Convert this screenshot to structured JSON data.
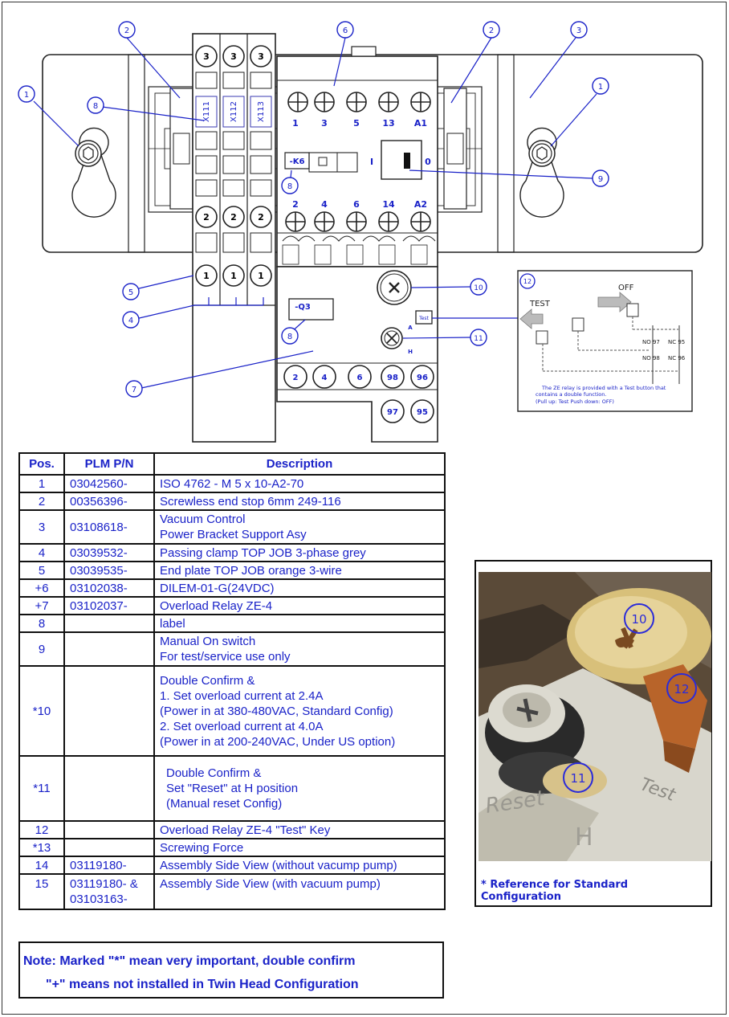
{
  "callouts": {
    "c1a": "1",
    "c1b": "1",
    "c2a": "2",
    "c2b": "2",
    "c3": "3",
    "c4": "4",
    "c5": "5",
    "c6": "6",
    "c7": "7",
    "c8a": "8",
    "c8b": "8",
    "c8c": "8",
    "c9": "9",
    "c10": "10",
    "c11": "11",
    "c12": "12"
  },
  "terminals": {
    "top": [
      "3",
      "3",
      "3"
    ],
    "mid": [
      "2",
      "2",
      "2"
    ],
    "bottom": [
      "1",
      "1",
      "1"
    ],
    "labels": [
      "X111",
      "X112",
      "X113"
    ]
  },
  "contactor": {
    "top_terms": [
      "1",
      "3",
      "5",
      "13",
      "A1"
    ],
    "bottom_terms": [
      "2",
      "4",
      "6",
      "14",
      "A2"
    ],
    "label": "-K6",
    "switch_i": "I",
    "switch_0": "0"
  },
  "relay": {
    "label": "-Q3",
    "test_button": "Test",
    "a_label": "A",
    "h_label": "H",
    "terms_row1": [
      "2",
      "4",
      "6",
      "98",
      "96"
    ],
    "terms_row2": [
      "97",
      "95"
    ]
  },
  "inset": {
    "test": "TEST",
    "off": "OFF",
    "no97": "NO 97",
    "nc95": "NC 95",
    "no98": "NO 98",
    "nc96": "NC 96",
    "caption_line1": "The ZE relay is provided with a Test button that",
    "caption_line2": "contains a double function.",
    "caption_line3": "(Pull up: Test      Push down: OFF)"
  },
  "table": {
    "headers": [
      "Pos.",
      "PLM P/N",
      "Description"
    ],
    "rows": [
      {
        "pos": "1",
        "pn": "03042560-",
        "desc": [
          "ISO 4762 - M 5 x 10-A2-70"
        ]
      },
      {
        "pos": "2",
        "pn": "00356396-",
        "desc": [
          "Screwless end stop 6mm 249-116"
        ]
      },
      {
        "pos": "3",
        "pn": "03108618-",
        "desc": [
          "Vacuum Control",
          "Power Bracket Support Asy"
        ]
      },
      {
        "pos": "4",
        "pn": "03039532-",
        "desc": [
          "Passing clamp TOP JOB 3-phase grey"
        ]
      },
      {
        "pos": "5",
        "pn": "03039535-",
        "desc": [
          "End plate TOP JOB orange 3-wire"
        ]
      },
      {
        "pos": "+6",
        "pn": "03102038-",
        "desc": [
          "DILEM-01-G(24VDC)"
        ]
      },
      {
        "pos": "+7",
        "pn": "03102037-",
        "desc": [
          "Overload Relay ZE-4"
        ]
      },
      {
        "pos": "8",
        "pn": "",
        "desc": [
          "label"
        ]
      },
      {
        "pos": "9",
        "pn": "",
        "desc": [
          "Manual On switch",
          "For test/service use only"
        ]
      },
      {
        "pos": "*10",
        "pn": "",
        "desc": [
          "Double Confirm &",
          "1. Set overload current at 2.4A",
          "(Power in at 380-480VAC, Standard Config)",
          "2. Set overload current at 4.0A",
          "(Power in at 200-240VAC, Under US option)"
        ]
      },
      {
        "pos": "*11",
        "pn": "",
        "desc": [
          "Double Confirm &",
          "Set \"Reset\" at H position",
          "(Manual reset Config)"
        ]
      },
      {
        "pos": "12",
        "pn": "",
        "desc": [
          "Overload Relay ZE-4 \"Test\" Key"
        ]
      },
      {
        "pos": "*13",
        "pn": "",
        "desc": [
          "Screwing Force"
        ]
      },
      {
        "pos": "14",
        "pn": "03119180-",
        "desc": [
          "Assembly Side View (without vacump pump)"
        ]
      },
      {
        "pos": "15",
        "pn": "03119180- & 03103163-",
        "desc": [
          "Assembly Side View (with vacuum pump)"
        ]
      }
    ]
  },
  "note": {
    "line1": "Note: Marked \"*\" mean very important, double confirm",
    "line2": "\"+\" means not installed in Twin Head Configuration"
  },
  "photo": {
    "label_10": "10",
    "label_11": "11",
    "label_12": "12",
    "caption": "* Reference for Standard Configuration"
  },
  "colors": {
    "callout": "#1a22c8",
    "table_text": "#1a22c8",
    "line": "#222222"
  }
}
